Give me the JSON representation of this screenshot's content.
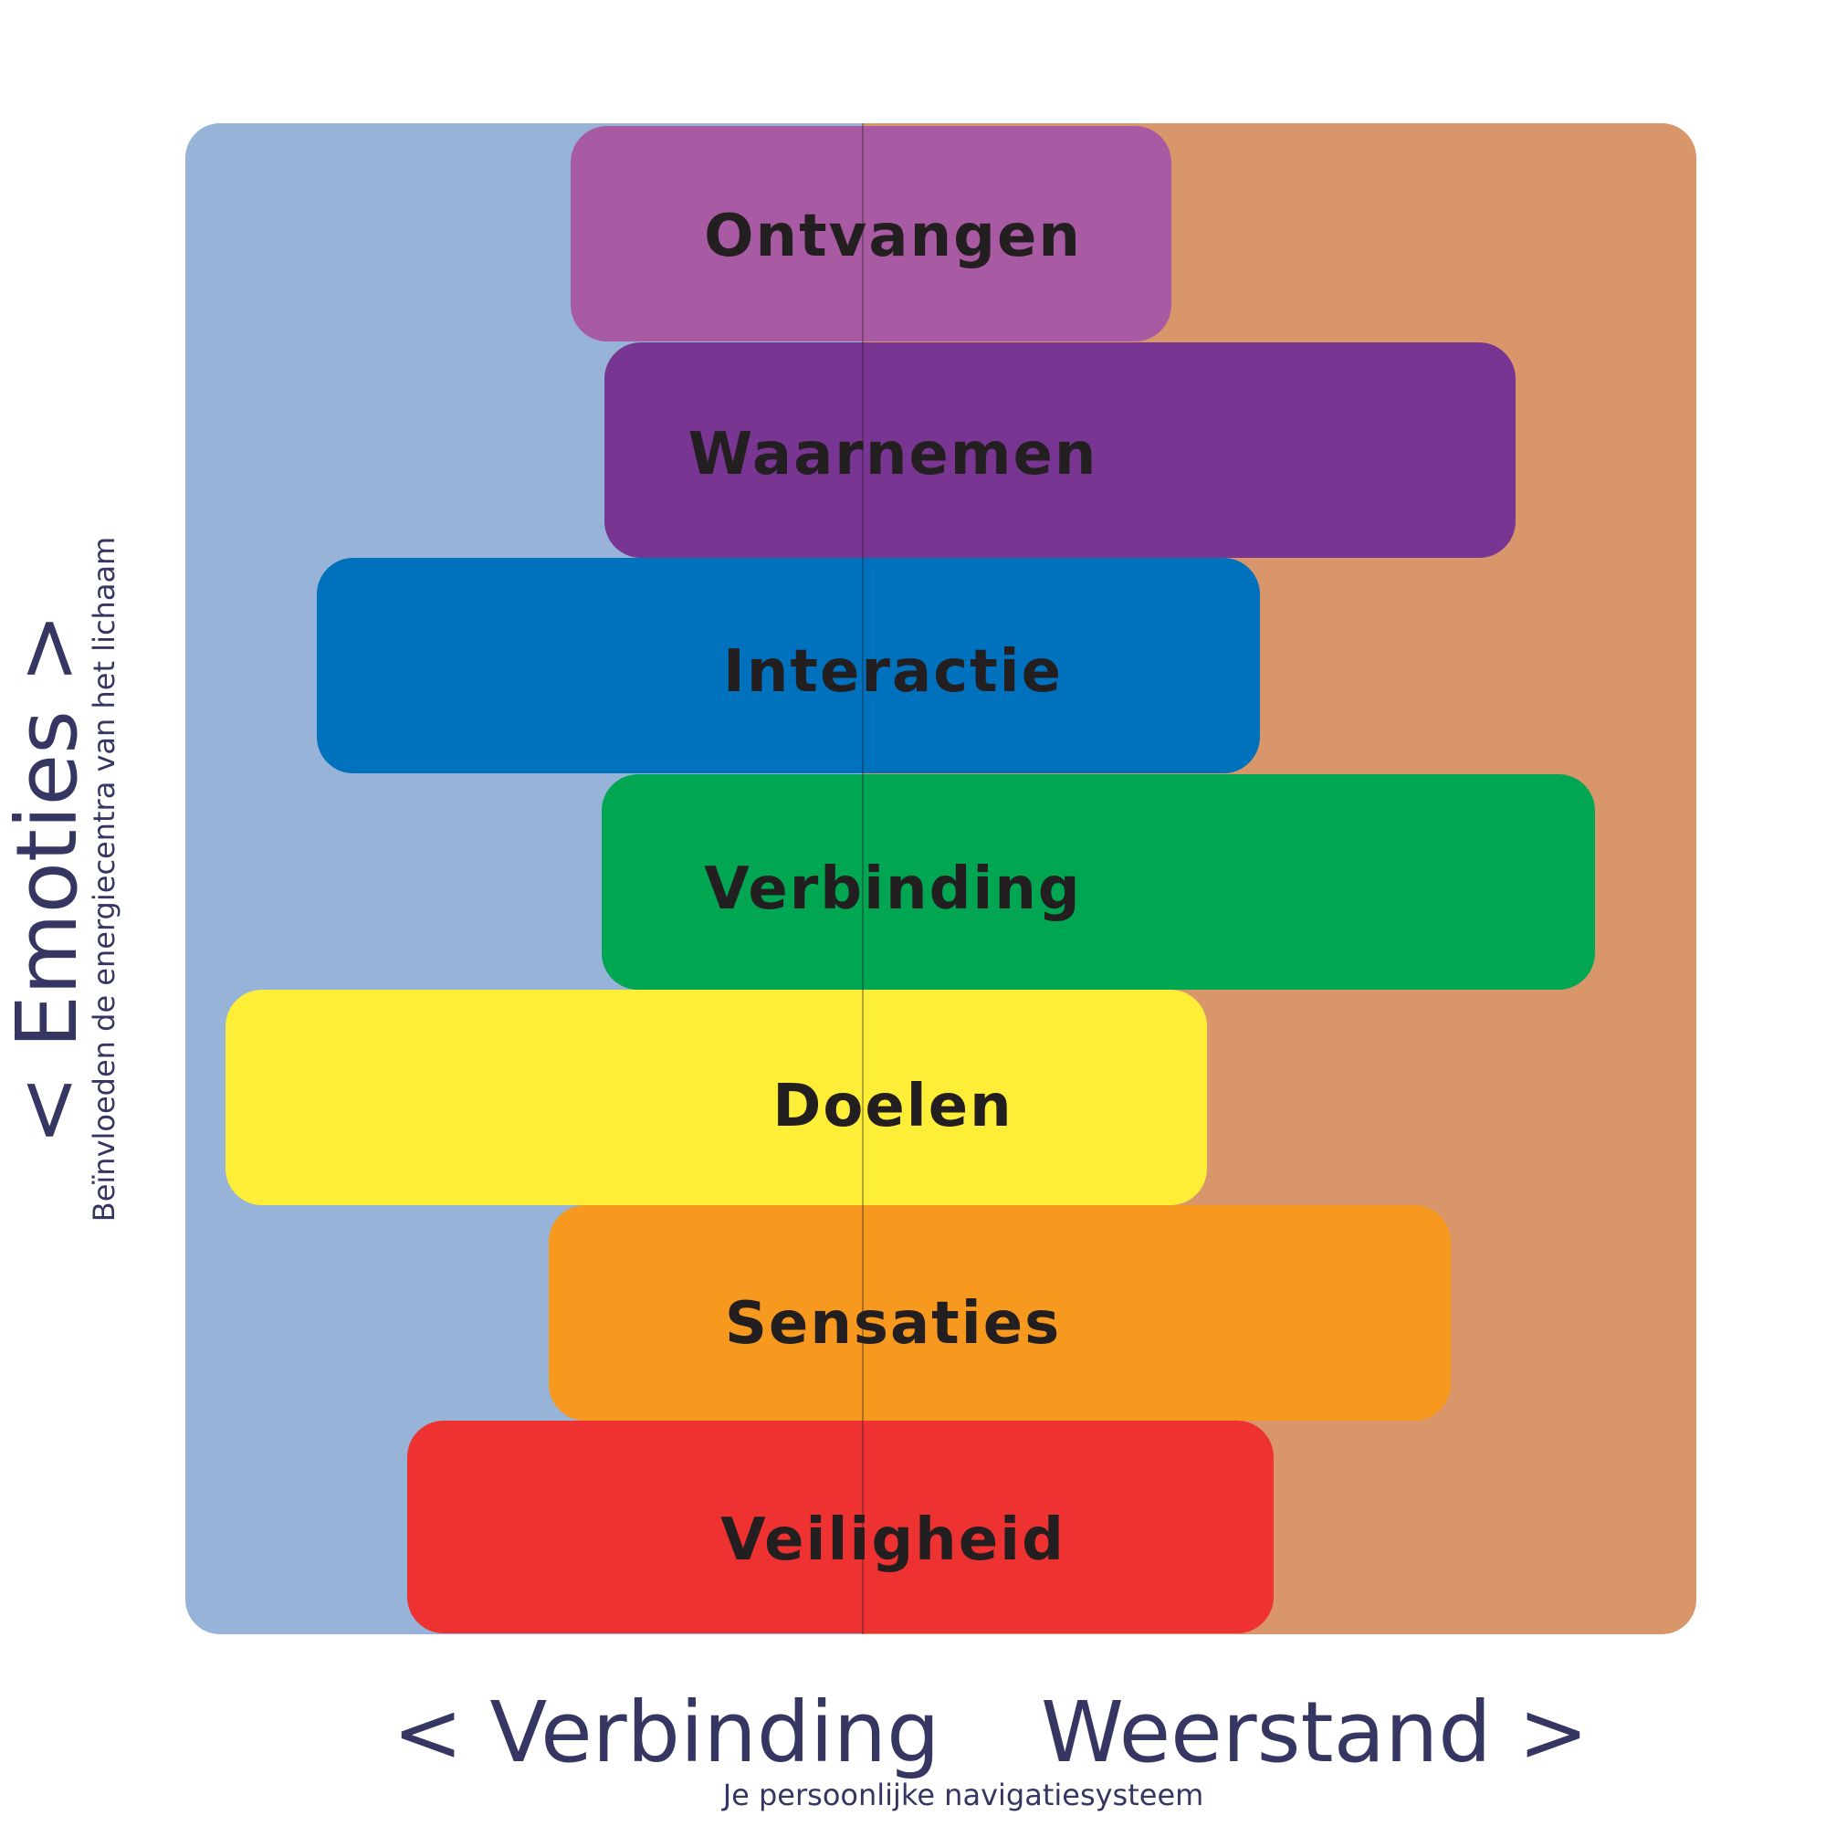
{
  "colors": {
    "left_panel": "#97b3d8",
    "right_panel": "#d9966b",
    "text_dark": "#231f20",
    "text_axis": "#363663"
  },
  "bands": [
    {
      "label": "Ontvangen",
      "color": "#a85aa2"
    },
    {
      "label": "Waarnemen",
      "color": "#783592"
    },
    {
      "label": "Interactie",
      "color": "#0071bc"
    },
    {
      "label": "Verbinding",
      "color": "#00a651"
    },
    {
      "label": "Doelen",
      "color": "#ffee37"
    },
    {
      "label": "Sensaties",
      "color": "#f7991e"
    },
    {
      "label": "Veiligheid",
      "color": "#ee3131"
    }
  ],
  "axis": {
    "x_left": "< Verbinding",
    "x_right": "Weerstand >",
    "x_caption": "Je persoonlijke navigatiesysteem",
    "y_title": "< Emoties >",
    "y_caption": "Beïnvloeden de energiecentra van het lichaam"
  }
}
